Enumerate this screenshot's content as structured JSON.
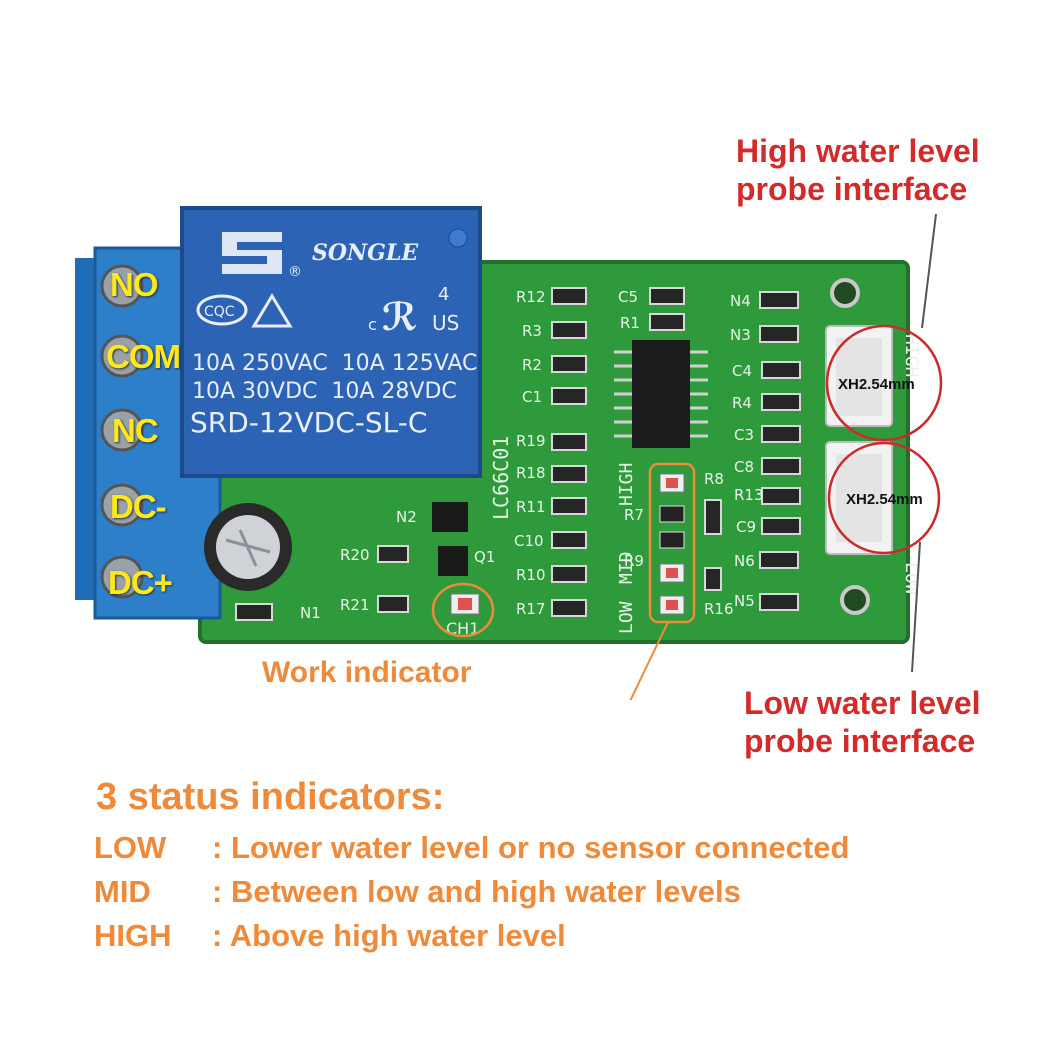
{
  "relay": {
    "brand": "SONGLE",
    "cert_cqc": "CQC",
    "ur_suffix": "US",
    "ur_num": "4",
    "ur_prefix": "c",
    "rating1": "10A 250VAC  10A 125VAC",
    "rating2": "10A 30VDC  10A 28VDC",
    "model": "SRD-12VDC-SL-C"
  },
  "terminals": [
    "NO",
    "COM",
    "NC",
    "DC-",
    "DC+"
  ],
  "pcb": {
    "board_id": "LC66C01",
    "connector_top": "XH2.54mm",
    "connector_bottom": "XH2.54mm",
    "high_tag": "HIGH",
    "low_tag": "LOW",
    "led_group_labels": [
      "HIGH",
      "MID",
      "LOW"
    ],
    "channel_label": "CH1",
    "silk": {
      "R12": "R12",
      "R3": "R3",
      "R2": "R2",
      "C1": "C1",
      "C5": "C5",
      "R1": "R1",
      "N4": "N4",
      "N3": "N3",
      "C4": "C4",
      "R4": "R4",
      "C3": "C3",
      "C8": "C8",
      "R13": "R13",
      "C9": "C9",
      "N6": "N6",
      "N5": "N5",
      "R19": "R19",
      "R18": "R18",
      "R11": "R11",
      "C10": "C10",
      "R10": "R10",
      "R17": "R17",
      "R8": "R8",
      "R7": "R7",
      "R9": "R9",
      "R16": "R16",
      "N2": "N2",
      "Q1": "Q1",
      "R20": "R20",
      "R21": "R21",
      "N1": "N1"
    }
  },
  "annotations": {
    "high_line1": "High water level",
    "high_line2": "probe interface",
    "low_line1": "Low water level",
    "low_line2": "probe interface",
    "work_indicator": "Work indicator",
    "status_title": "3 status indicators:",
    "status_rows": [
      {
        "key": "LOW",
        "sep": ": ",
        "desc": "Lower water level or no sensor connected"
      },
      {
        "key": "MID",
        "sep": ": ",
        "desc": "Between low and high water levels"
      },
      {
        "key": "HIGH",
        "sep": ": ",
        "desc": "Above high water level"
      }
    ]
  },
  "colors": {
    "pcb": "#2f9a3c",
    "relay": "#2c63b4",
    "terminal": "#2e7fc9",
    "annotation_red": "#d42a2a",
    "annotation_orange": "#ef8a3a",
    "terminal_text": "#ffe81a"
  }
}
